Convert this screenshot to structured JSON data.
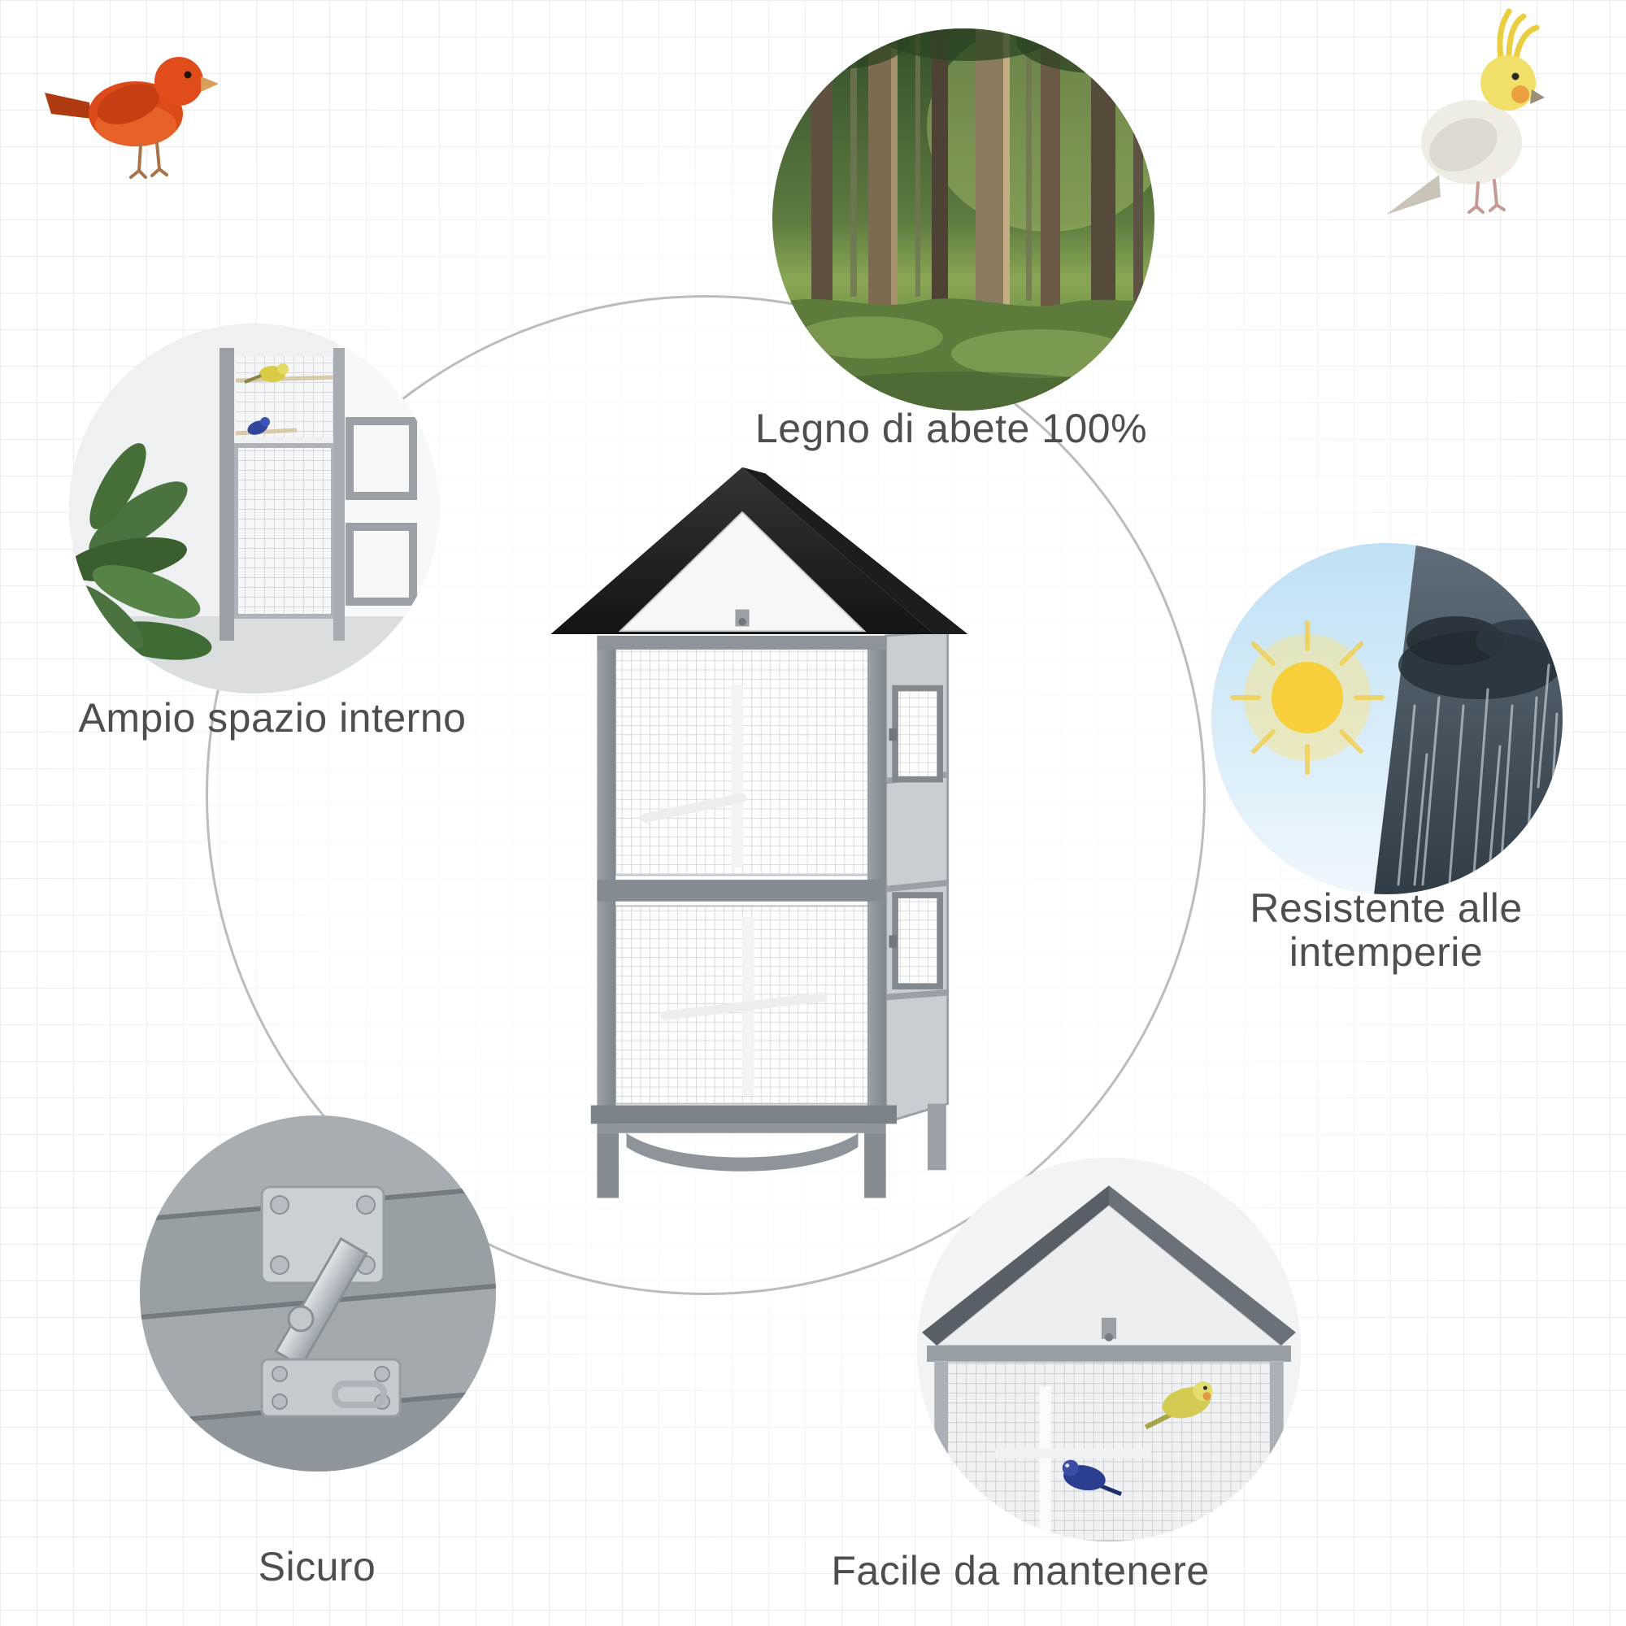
{
  "features": {
    "wood": {
      "label": "Legno di abete 100%"
    },
    "space": {
      "label": "Ampio spazio interno"
    },
    "weather": {
      "line1": "Resistente alle",
      "line2": "intemperie"
    },
    "secure": {
      "label": "Sicuro"
    },
    "maintain": {
      "label": "Facile da mantenere"
    }
  },
  "images": {
    "top_left": "red-canary-bird",
    "top_right": "white-cockatiel-bird",
    "center": "grey-wooden-outdoor-bird-aviary-with-black-asphalt-roof",
    "circle_top": "fir-forest-photo",
    "circle_left": "aviary-interior-with-plant-and-birds-photo",
    "circle_right": "sun-and-rain-weather-photo",
    "circle_bottom_left": "metal-latch-bolt-closeup-photo",
    "circle_bottom_right": "cage-front-with-birds-closeup-photo"
  },
  "colors": {
    "label_text": "#4e4e4e",
    "ring": "#bcbcbc",
    "grid_line": "#ececec",
    "roof_black": "#1d1d1d",
    "cage_frame_grey": "#8d949a",
    "canary_red": "#dd4a1a",
    "cockatiel_yellow": "#f0e06a",
    "forest_green": "#5d7a40",
    "sky_blue": "#bfe0f4",
    "storm_grey": "#313d46"
  }
}
